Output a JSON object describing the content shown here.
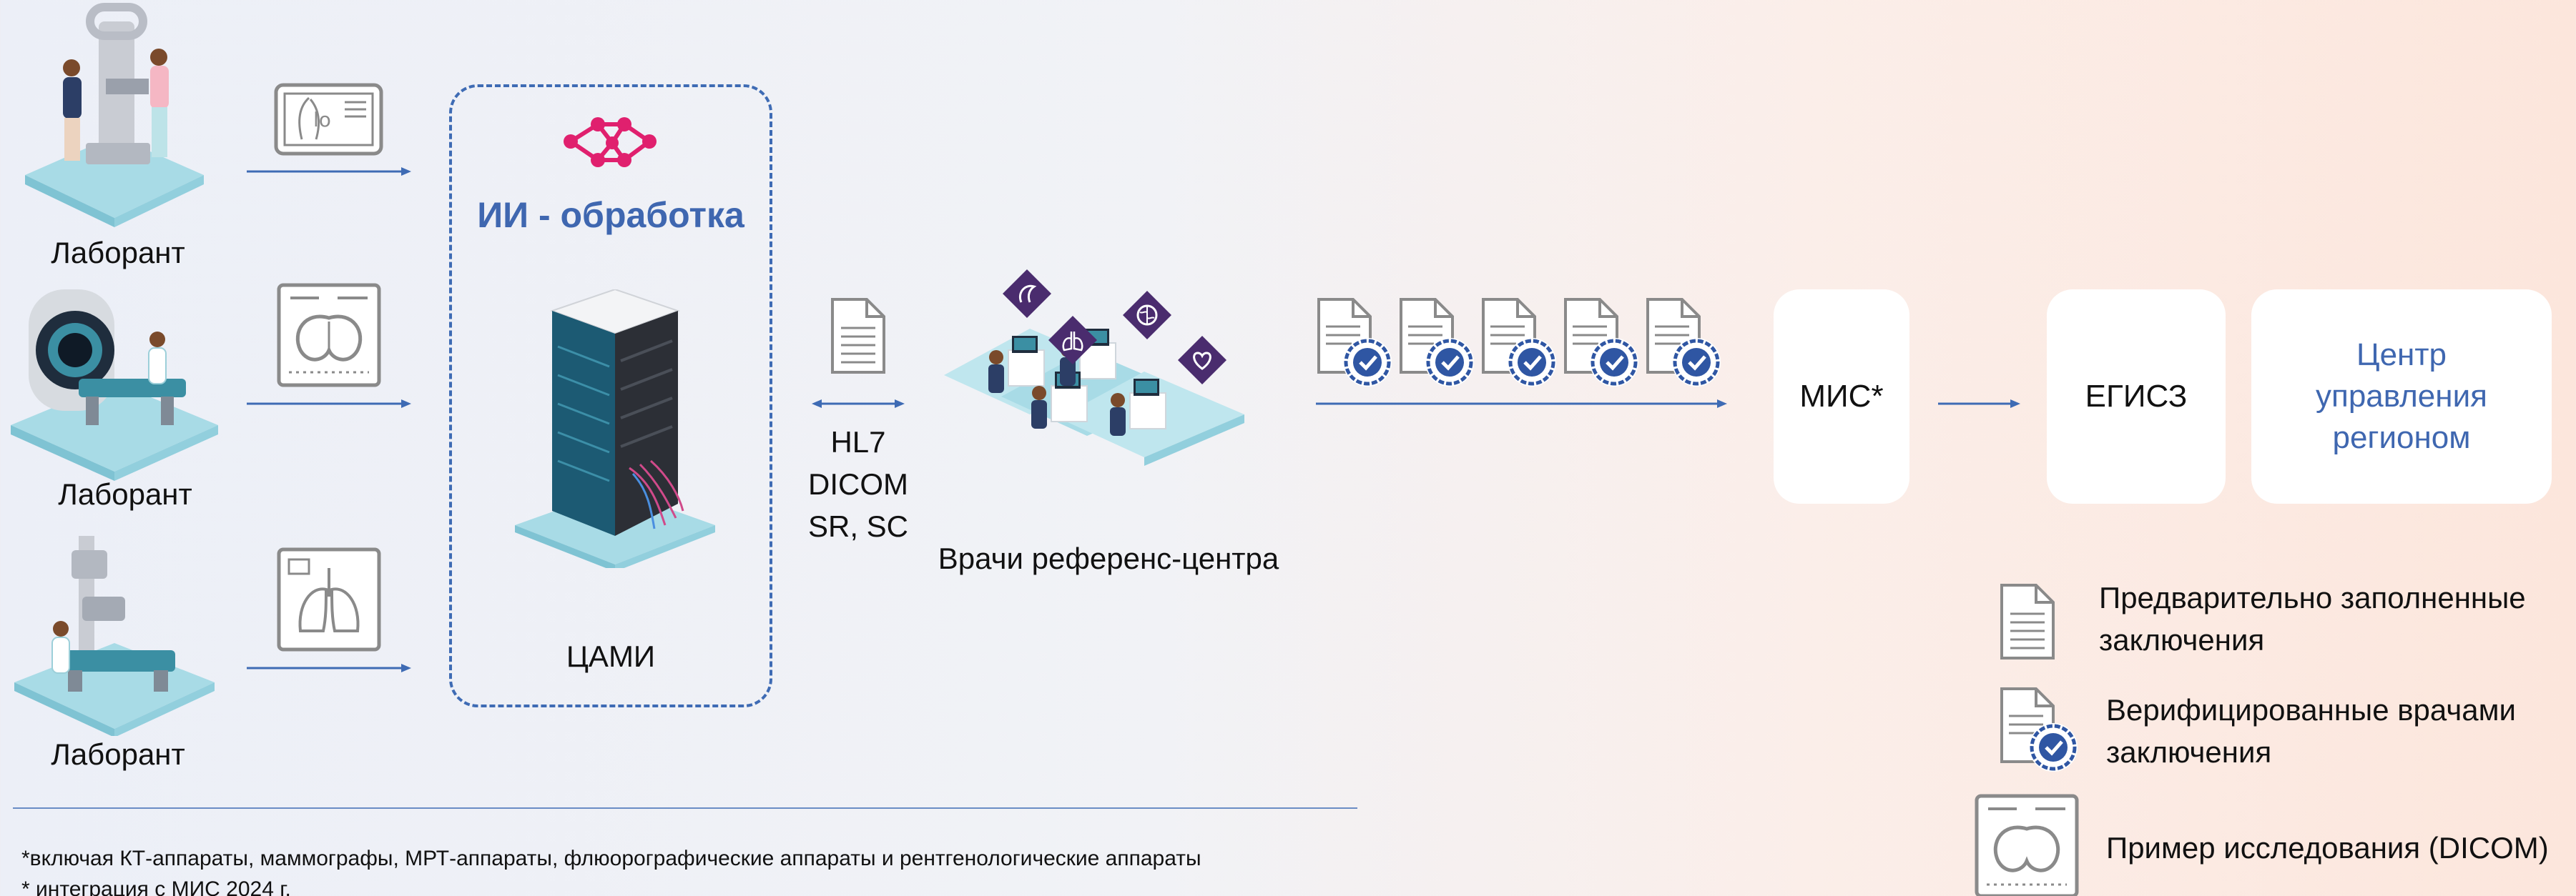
{
  "labs": [
    {
      "label": "Лаборант"
    },
    {
      "label": "Лаборант"
    },
    {
      "label": "Лаборант"
    }
  ],
  "ai_block": {
    "title": "ИИ - обработка",
    "server_label": "ЦАМИ"
  },
  "protocols": {
    "line1": "HL7",
    "line2": "DICOM",
    "line3": "SR, SC"
  },
  "doctors_label": "Врачи референс-центра",
  "systems": {
    "mis": "МИС*",
    "egisz": "ЕГИСЗ",
    "center": "Центр управления регионом"
  },
  "legend": {
    "prefilled": "Предварительно заполненные заключения",
    "verified": "Верифицированные врачами заключения",
    "dicom": "Пример исследования (DICOM)"
  },
  "footnotes": {
    "line1": "*включая КТ-аппараты, маммографы, МРТ-аппараты, флюорографические аппараты и рентгенологические аппараты",
    "line2": "* интеграция с МИС 2024 г."
  },
  "colors": {
    "accent_blue": "#3f67b0",
    "brand_magenta": "#e0206e",
    "badge_purple": "#4a2c6e",
    "platform_teal": "#a8dbe6"
  }
}
